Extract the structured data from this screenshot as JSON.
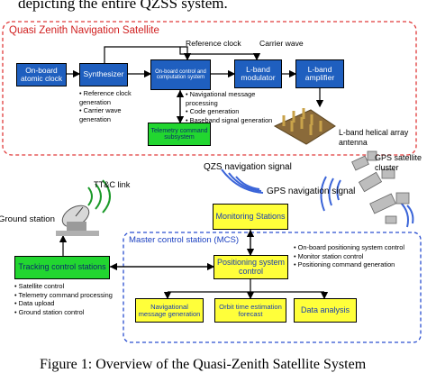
{
  "caption_top": "depicting the entire QZSS system.",
  "caption_bottom": "Figure 1: Overview of the Quasi-Zenith Satellite System",
  "satellite": {
    "title": "Quasi Zenith Navigation Satellite",
    "blocks": {
      "atomic_clock": "On-board atomic clock",
      "synthesizer": "Synthesizer",
      "onboard_control": "On-board control and computation system",
      "lband_modulator": "L-band modulator",
      "lband_amplifier": "L-band amplifier",
      "telemetry": "Telemetry command subsystem"
    },
    "signal_labels": {
      "reference_clock": "Reference clock",
      "carrier_wave": "Carrier wave"
    },
    "synth_bullets": [
      "Reference clock generation",
      "Carrier wave generation"
    ],
    "control_bullets": [
      "Navigational message processing",
      "Code generation",
      "Baseband signal generation"
    ],
    "antenna_label": "L-band helical array antenna"
  },
  "ground": {
    "qzs_signal": "QZS navigation signal",
    "gps_signal": "GPS navigation signal",
    "gps_cluster": "GPS satellite cluster",
    "ttc_link": "TT&C link",
    "ground_station": "Ground station",
    "monitoring": "Monitoring Stations",
    "mcs_title": "Master control station (MCS)",
    "tracking": "Tracking control stations",
    "tracking_bullets": [
      "Satellite control",
      "Telemetry command processing",
      "Data upload",
      "Ground station control"
    ],
    "positioning": "Positioning system control",
    "positioning_bullets": [
      "On-board positioning system control",
      "Monitor station control",
      "Positioning command generation"
    ],
    "nav_msg": "Navigational message generation",
    "orbit_time": "Orbit time estimation forecast",
    "data_analysis": "Data analysis"
  },
  "colors": {
    "frame_red": "#e03a3a",
    "frame_blue": "#2a4fd0",
    "block_blue": "#1f5fbf",
    "block_yellow": "#ffff3a",
    "block_green": "#22d630"
  }
}
